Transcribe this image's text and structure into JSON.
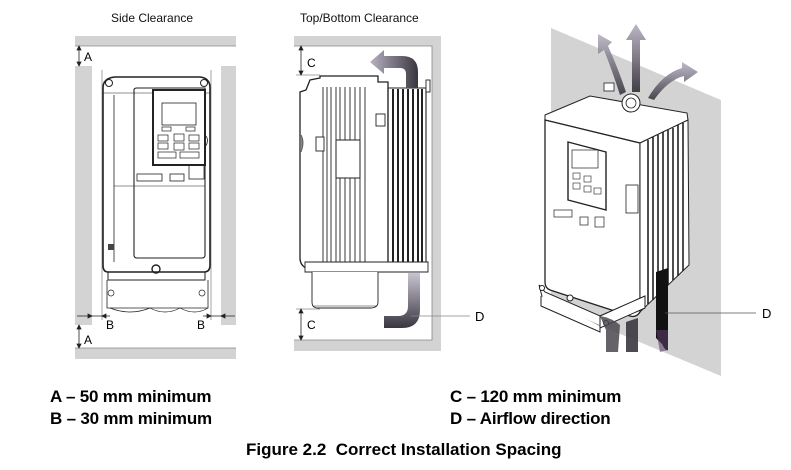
{
  "figure": {
    "caption": "Figure 2.2  Correct Installation Spacing",
    "panels": {
      "side": {
        "title": "Side Clearance"
      },
      "top_bottom": {
        "title": "Top/Bottom Clearance"
      },
      "isometric": {
        "title": ""
      }
    },
    "dimension_labels": {
      "a": "A",
      "b": "B",
      "c": "C",
      "d": "D"
    },
    "legend": [
      {
        "key": "A",
        "text": "A – 50 mm minimum"
      },
      {
        "key": "B",
        "text": "B – 30 mm minimum"
      },
      {
        "key": "C",
        "text": "C – 120 mm minimum"
      },
      {
        "key": "D",
        "text": "D – Airflow direction"
      }
    ],
    "colors": {
      "wall": "#d3d3d3",
      "wall_edge": "#9a9a9a",
      "line": "#222222",
      "airflow_dark": "#3a3640",
      "airflow_light": "#c9c4d2"
    }
  }
}
